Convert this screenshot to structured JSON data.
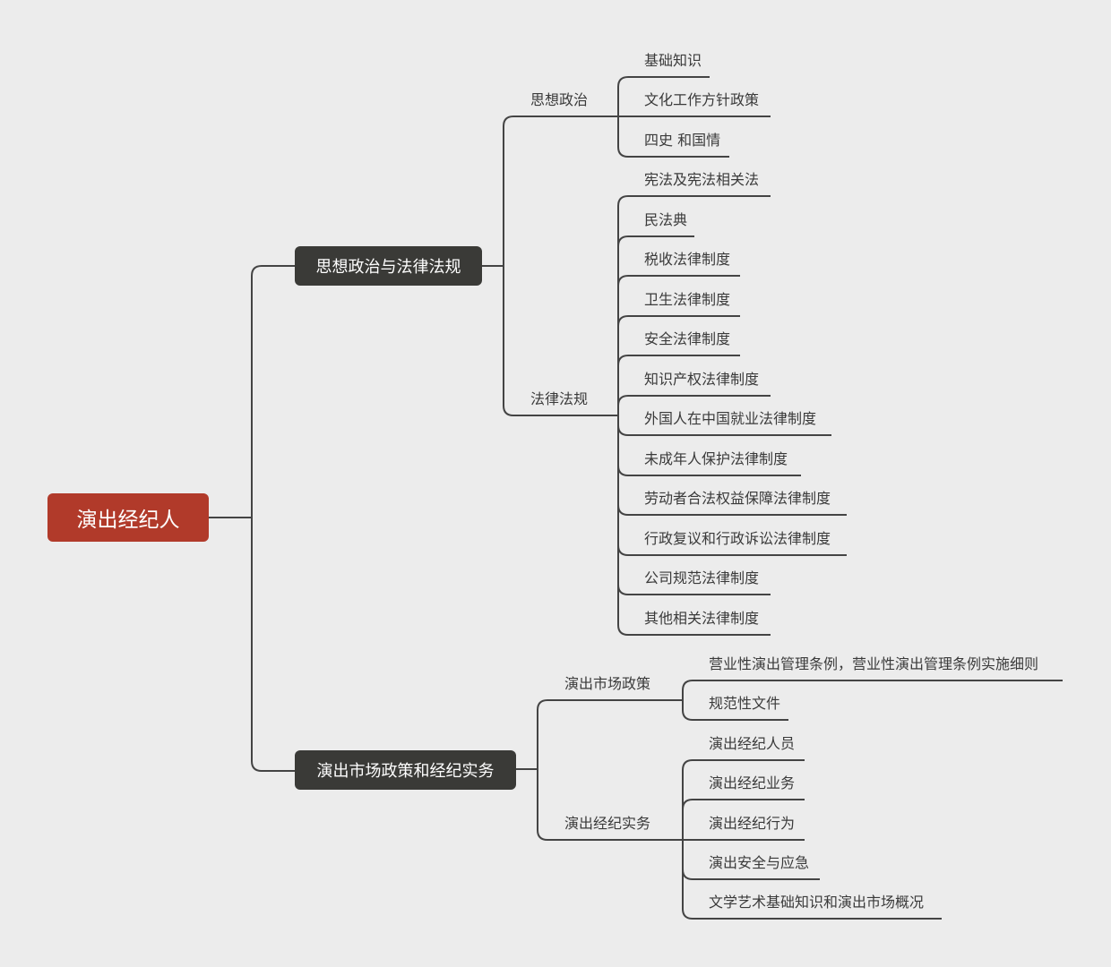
{
  "root": {
    "label": "演出经纪人"
  },
  "branches": [
    {
      "label": "思想政治与法律法规",
      "children": [
        {
          "label": "思想政治",
          "leaves": [
            "基础知识",
            "文化工作方针政策",
            "四史 和国情"
          ]
        },
        {
          "label": "法律法规",
          "leaves": [
            "宪法及宪法相关法",
            "民法典",
            "税收法律制度",
            "卫生法律制度",
            "安全法律制度",
            "知识产权法律制度",
            "外国人在中国就业法律制度",
            "未成年人保护法律制度",
            "劳动者合法权益保障法律制度",
            "行政复议和行政诉讼法律制度",
            "公司规范法律制度",
            "其他相关法律制度"
          ]
        }
      ]
    },
    {
      "label": "演出市场政策和经纪实务",
      "children": [
        {
          "label": "演出市场政策",
          "leaves": [
            "营业性演出管理条例，营业性演出管理条例实施细则",
            "规范性文件"
          ]
        },
        {
          "label": "演出经纪实务",
          "leaves": [
            "演出经纪人员",
            "演出经纪业务",
            "演出经纪行为",
            "演出安全与应急",
            "文学艺术基础知识和演出市场概况"
          ]
        }
      ]
    }
  ],
  "colors": {
    "background": "#ececec",
    "root_fill": "#b13a2a",
    "branch_fill": "#3a3a37",
    "line": "#444444",
    "text": "#3a3a3a"
  }
}
